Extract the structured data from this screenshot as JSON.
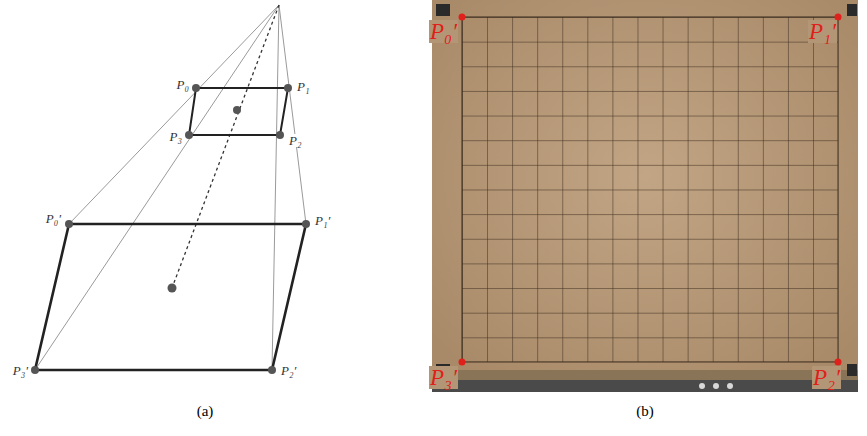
{
  "diagram": {
    "labels": [
      "P₀",
      "P₁",
      "P₃",
      "P₂",
      "P₀′",
      "P₁′",
      "P₃′",
      "P₂′",
      "(a)",
      "P₀′",
      "P₁′",
      "P₃′",
      "P₂′",
      "(b)"
    ]
  }
}
